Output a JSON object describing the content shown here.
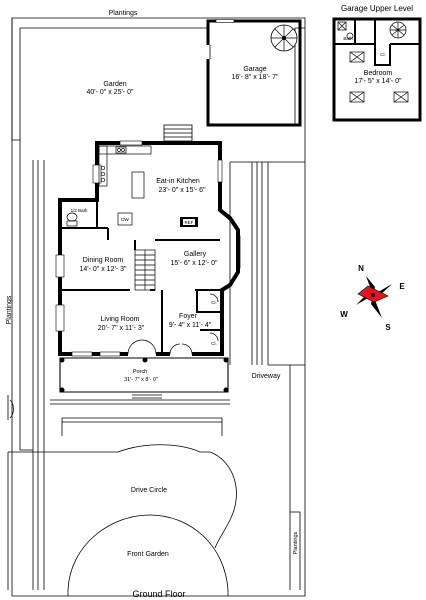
{
  "ground_floor": {
    "title": "Ground Floor",
    "plantings_top": "Plantings",
    "plantings_left": "Plantings",
    "plantings_right": "Plantings",
    "garden": {
      "name": "Garden",
      "dims": "40'- 0\" x 25'- 0\""
    },
    "garage": {
      "name": "Garage",
      "dims": "16'- 8\" x 18'- 7\""
    },
    "kitchen": {
      "name": "Eat-in Kitchen",
      "dims": "23'- 0\" x 15'- 6\""
    },
    "half_bath": "1/2 Bath",
    "dining": {
      "name": "Dining Room",
      "dims": "14'- 0\" x 12'- 3\""
    },
    "gallery": {
      "name": "Gallery",
      "dims": "15'- 6\" x 12'- 0\""
    },
    "living": {
      "name": "Living Room",
      "dims": "20'- 7\" x 11'- 3\""
    },
    "foyer": {
      "name": "Foyer",
      "dims": "9'- 4\" x 11'- 4\""
    },
    "closet_1": "Cl.",
    "closet_2": "Cl.",
    "porch": {
      "name": "Porch",
      "dims": "31'- 7\" x 8'- 0\""
    },
    "driveway": "Driveway",
    "drive_circle": "Drive Circle",
    "front_garden": "Front Garden",
    "appliance_1": "DW",
    "appliance_2": "REF"
  },
  "garage_upper": {
    "title": "Garage Upper Level",
    "bath": "Bath",
    "closet": "Cl.",
    "bedroom": {
      "name": "Bedroom",
      "dims": "17'- 5\" x 14'- 0\""
    }
  },
  "compass": {
    "n": "N",
    "e": "E",
    "s": "S",
    "w": "W",
    "accent": "#e8141c"
  }
}
